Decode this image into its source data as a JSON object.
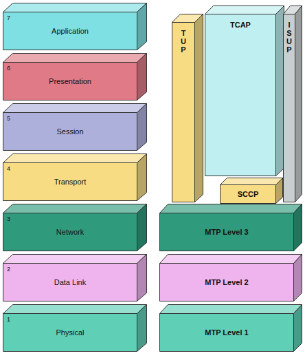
{
  "diagram": {
    "nodes": [
      {
        "text": [
          "7",
          "Application"
        ]
      },
      {
        "text": [
          "6",
          "Presentation"
        ]
      },
      {
        "text": [
          "5",
          "Session"
        ]
      },
      {
        "text": [
          "4",
          "Transport"
        ]
      },
      {
        "text": [
          "3",
          "Network"
        ]
      },
      {
        "text": [
          "2",
          "Data Link"
        ]
      },
      {
        "text": [
          "1",
          "Physical"
        ]
      },
      {
        "text": [
          "T U P"
        ]
      },
      {
        "text": [
          "TCAP"
        ]
      },
      {
        "text": [
          "I S U P"
        ]
      },
      {
        "text": [
          "SCCP"
        ]
      },
      {
        "text": [
          "MTP Level 3"
        ]
      },
      {
        "text": [
          "MTP Level 2"
        ]
      },
      {
        "text": [
          "MTP Level 1"
        ]
      }
    ]
  }
}
